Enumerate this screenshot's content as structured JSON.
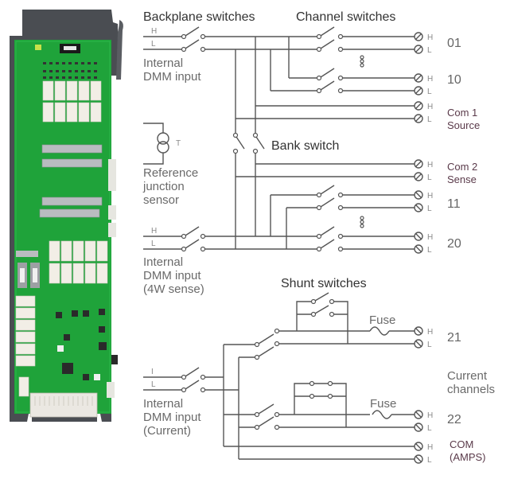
{
  "titles": {
    "backplane": "Backplane switches",
    "channel": "Channel switches",
    "bank": "Bank switch",
    "shunt": "Shunt switches"
  },
  "inputs": {
    "dmm_input": [
      "Internal",
      "DMM input"
    ],
    "dmm_4w": [
      "Internal",
      "DMM input",
      "(4W sense)"
    ],
    "dmm_current": [
      "Internal",
      "DMM input",
      "(Current)"
    ],
    "ref_sensor": [
      "Reference",
      "junction",
      "sensor"
    ],
    "ref_sensor_symbol": "T"
  },
  "pins": {
    "H": "H",
    "L": "L",
    "I": "I"
  },
  "channels": {
    "ch01": "01",
    "ch10": "10",
    "ch11": "11",
    "ch20": "20",
    "ch21": "21",
    "ch22": "22"
  },
  "commons": {
    "com1": [
      "Com 1",
      "Source"
    ],
    "com2": [
      "Com 2",
      "Sense"
    ],
    "com_amps": [
      "COM",
      "(AMPS)"
    ]
  },
  "current_channels": [
    "Current",
    "channels"
  ],
  "fuse": "Fuse",
  "colors": {
    "wire": "#555555",
    "title_text": "#333333",
    "label_text": "#6a6a6a",
    "com_text": "#5a3a4a",
    "pcb_green": "#1fa33a",
    "enclosure_gray": "#4a4d52"
  }
}
